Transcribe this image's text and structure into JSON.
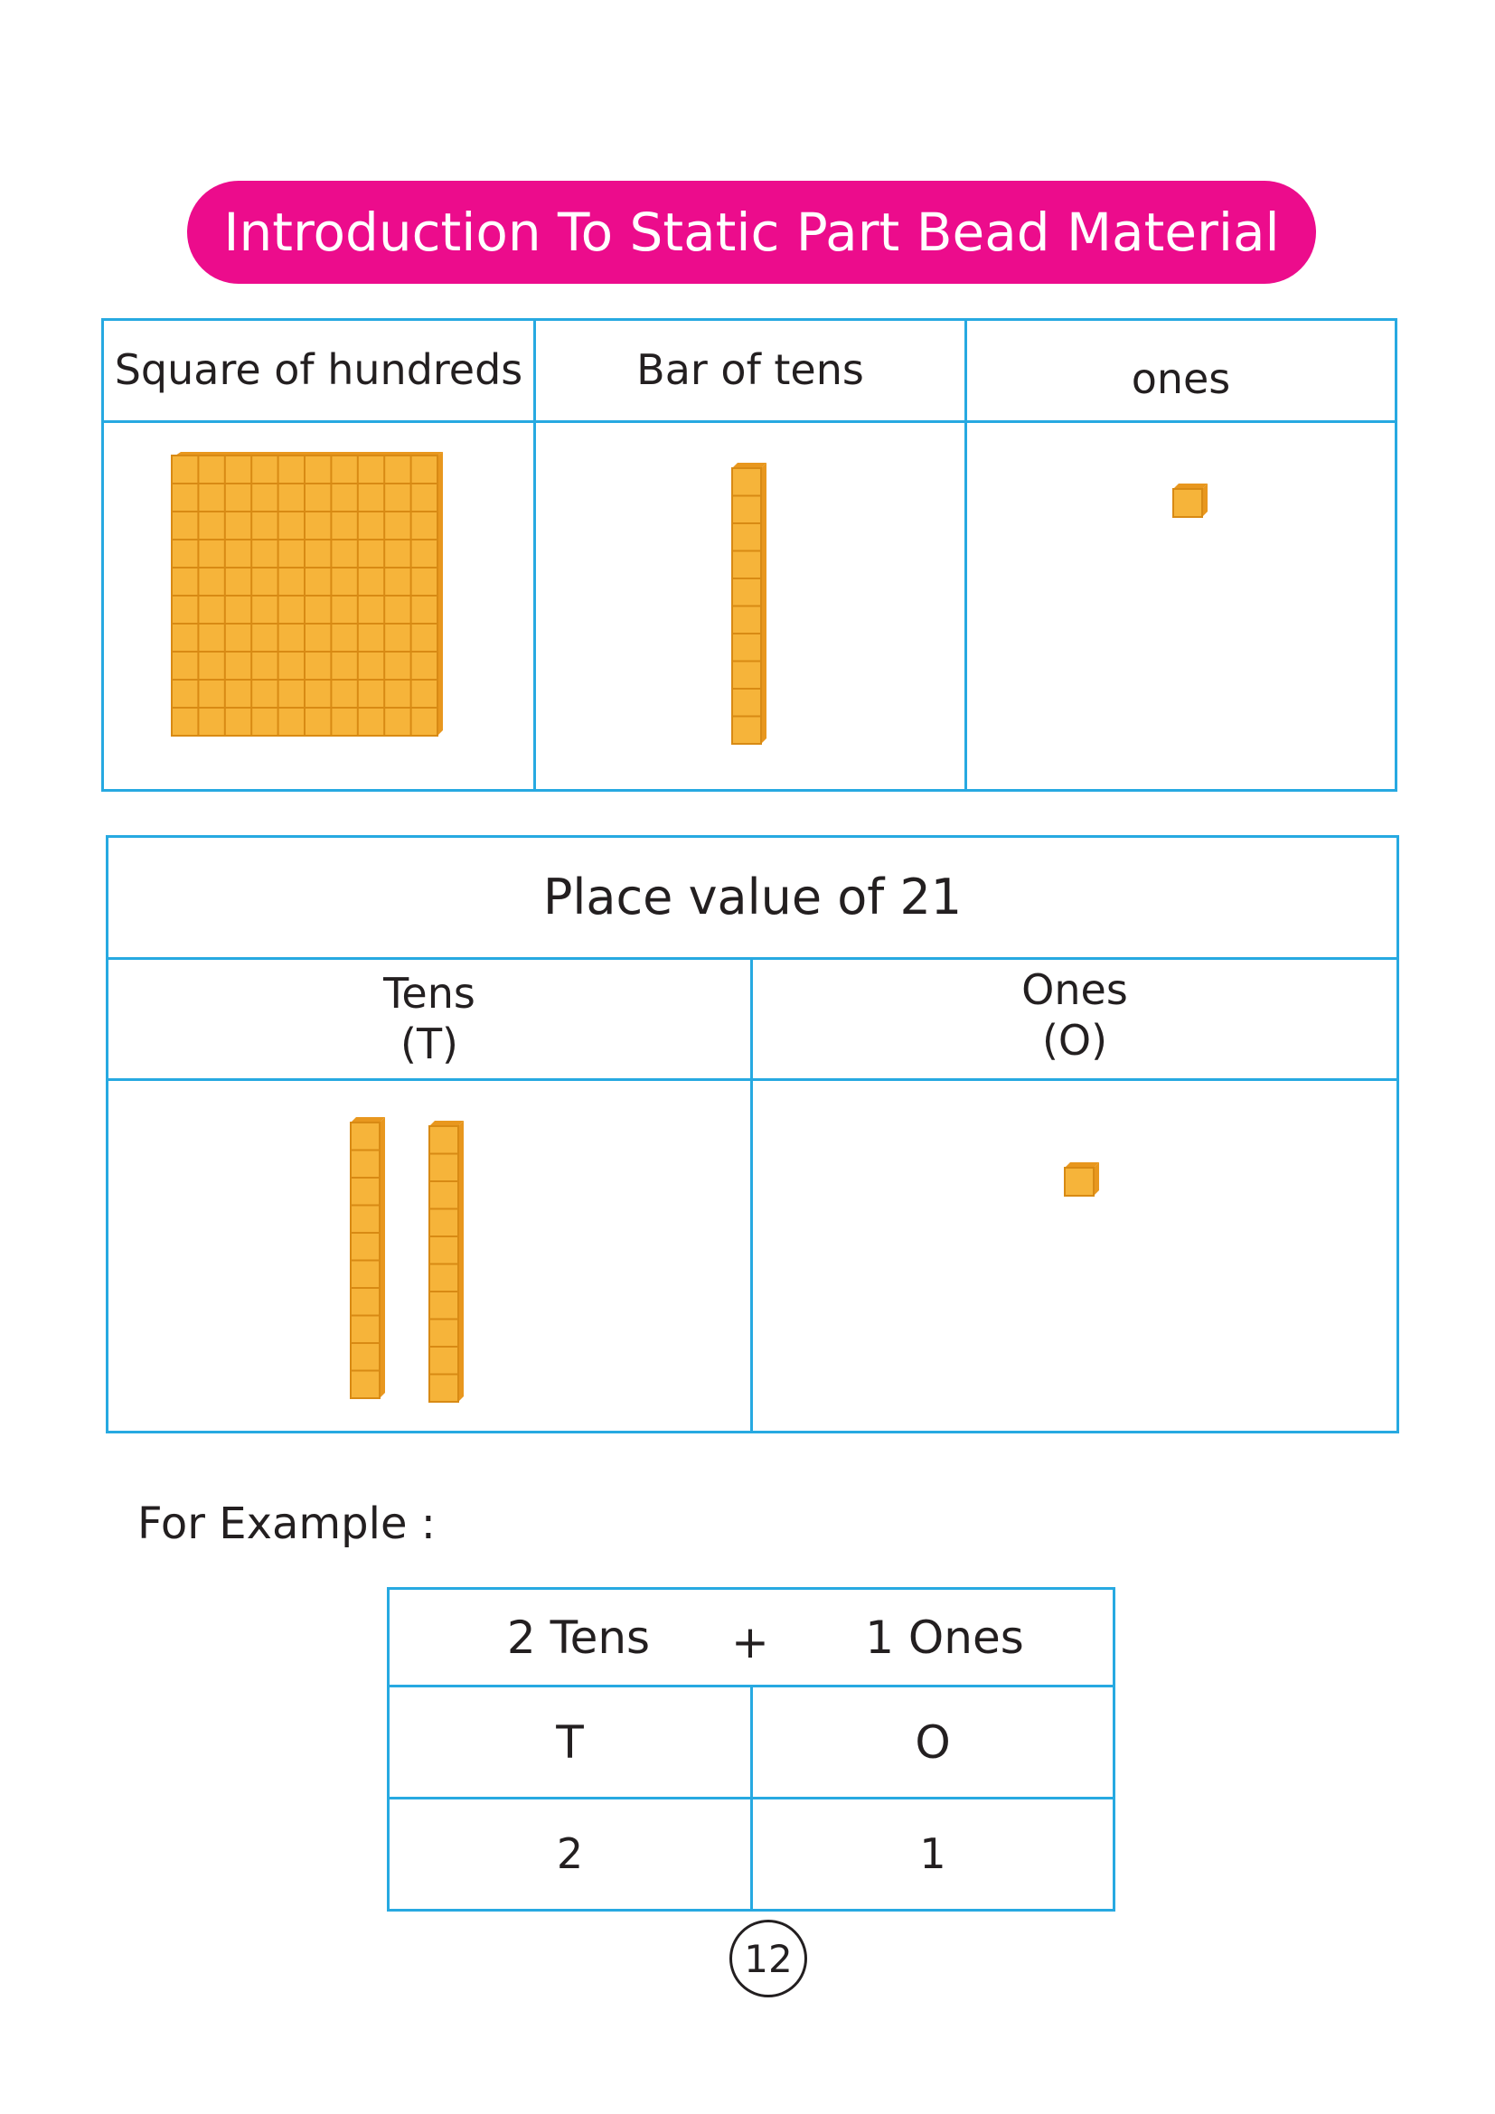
{
  "title": "Introduction To Static Part Bead Material",
  "materials": {
    "headers": [
      "Square of hundreds",
      "Bar of tens",
      "ones"
    ]
  },
  "place_value": {
    "title": "Place value of 21",
    "tens_label": "Tens",
    "tens_abbr": "(T)",
    "ones_label": "Ones",
    "ones_abbr": "(O)",
    "tens_count": 2,
    "ones_count": 1
  },
  "example": {
    "label": "For Example :",
    "tens_text": "2 Tens",
    "plus": "+",
    "ones_text": "1 Ones",
    "col_t": "T",
    "col_o": "O",
    "val_t": "2",
    "val_o": "1"
  },
  "page_number": "12",
  "colors": {
    "accent_pink": "#ec0c8c",
    "table_border": "#27a9e1",
    "bead_face": "#f6b43a",
    "bead_side": "#e8971e",
    "bead_line": "#d88a14"
  }
}
